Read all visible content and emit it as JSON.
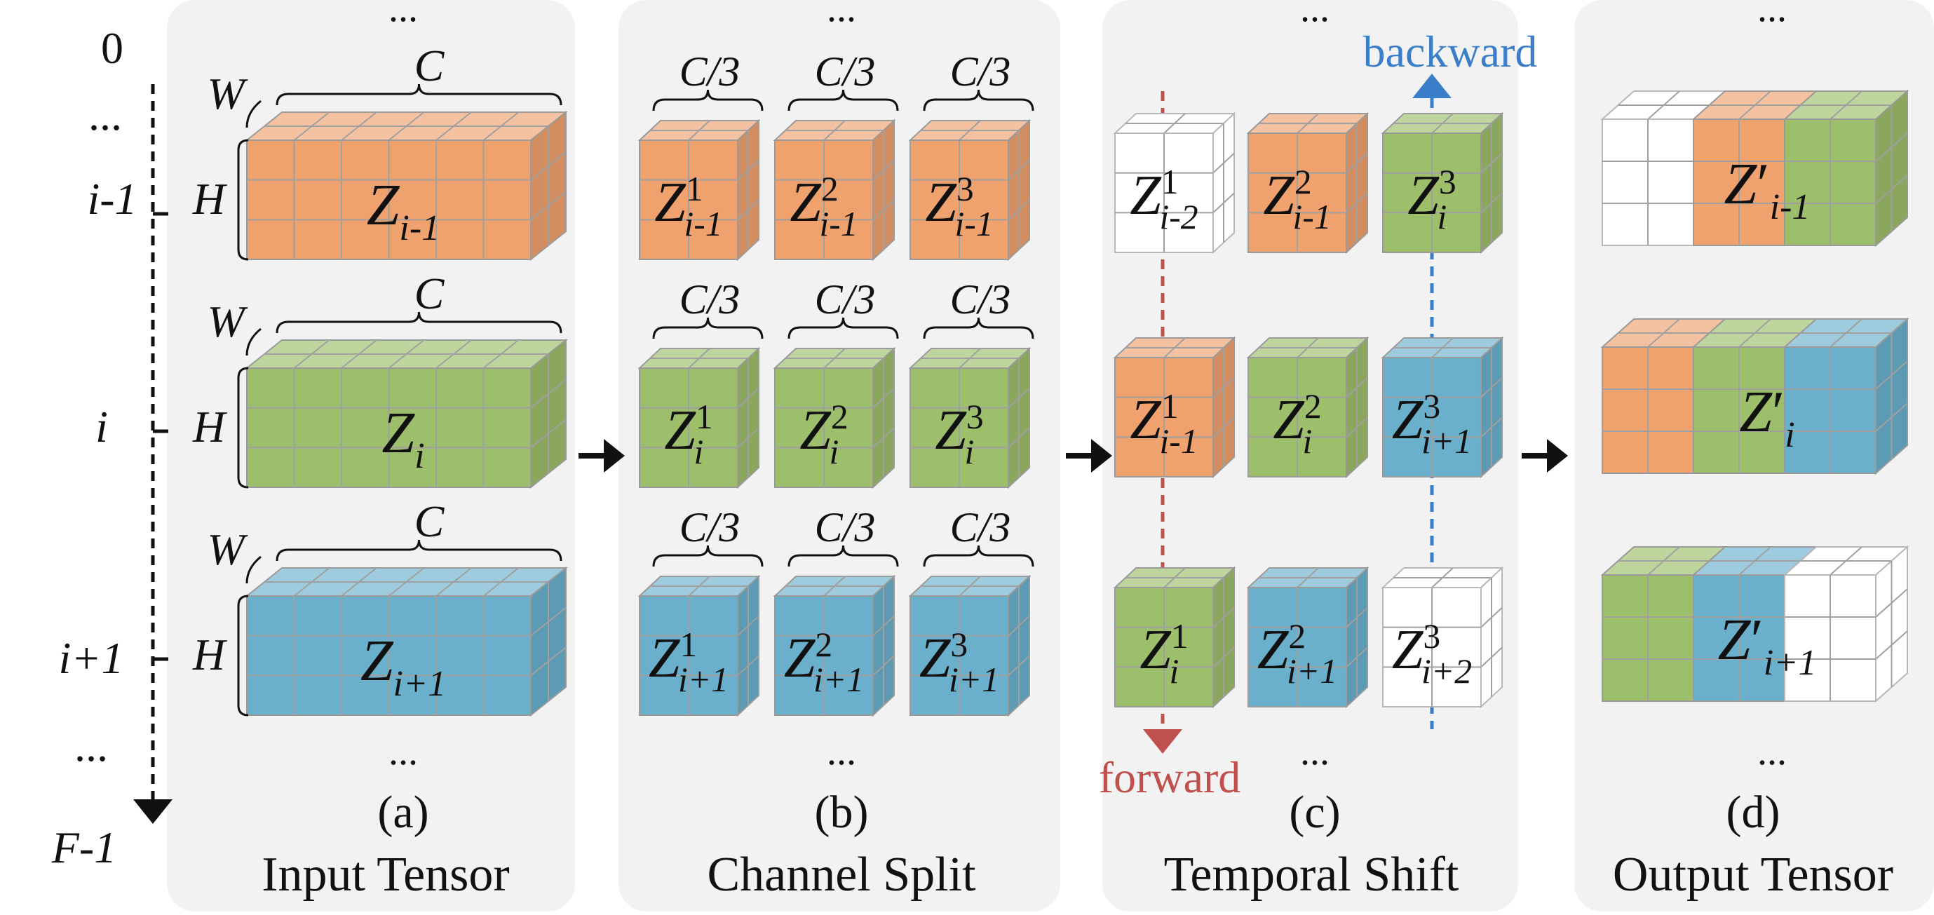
{
  "timeline": {
    "labels": [
      "0",
      "...",
      "i-1",
      "i",
      "i+1",
      "...",
      "F-1"
    ]
  },
  "dims": {
    "w": "W",
    "h": "H",
    "c": "C",
    "c3": "C/3"
  },
  "ellipsis": "...",
  "colors": {
    "orange": "#EFA16E",
    "green": "#9DBE6A",
    "blue": "#6AAFCB",
    "white": "#FFFFFF",
    "panel": "#F2F2F2",
    "forward": "#C0504D",
    "backward": "#3A7DC9"
  },
  "panels": [
    {
      "caption": "(a)",
      "title": "Input Tensor",
      "rows": [
        {
          "color": "orange",
          "main": "Z",
          "sub": "i-1"
        },
        {
          "color": "green",
          "main": "Z",
          "sub": "i"
        },
        {
          "color": "blue",
          "main": "Z",
          "sub": "i+1"
        }
      ]
    },
    {
      "caption": "(b)",
      "title": "Channel Split",
      "rows": [
        [
          {
            "color": "orange",
            "main": "Z",
            "sup": "1",
            "sub": "i-1"
          },
          {
            "color": "orange",
            "main": "Z",
            "sup": "2",
            "sub": "i-1"
          },
          {
            "color": "orange",
            "main": "Z",
            "sup": "3",
            "sub": "i-1"
          }
        ],
        [
          {
            "color": "green",
            "main": "Z",
            "sup": "1",
            "sub": "i"
          },
          {
            "color": "green",
            "main": "Z",
            "sup": "2",
            "sub": "i"
          },
          {
            "color": "green",
            "main": "Z",
            "sup": "3",
            "sub": "i"
          }
        ],
        [
          {
            "color": "blue",
            "main": "Z",
            "sup": "1",
            "sub": "i+1"
          },
          {
            "color": "blue",
            "main": "Z",
            "sup": "2",
            "sub": "i+1"
          },
          {
            "color": "blue",
            "main": "Z",
            "sup": "3",
            "sub": "i+1"
          }
        ]
      ]
    },
    {
      "caption": "(c)",
      "title": "Temporal Shift",
      "forward_label": "forward",
      "backward_label": "backward",
      "rows": [
        [
          {
            "color": "white",
            "main": "Z",
            "sup": "1",
            "sub": "i-2"
          },
          {
            "color": "orange",
            "main": "Z",
            "sup": "2",
            "sub": "i-1"
          },
          {
            "color": "green",
            "main": "Z",
            "sup": "3",
            "sub": "i"
          }
        ],
        [
          {
            "color": "orange",
            "main": "Z",
            "sup": "1",
            "sub": "i-1"
          },
          {
            "color": "green",
            "main": "Z",
            "sup": "2",
            "sub": "i"
          },
          {
            "color": "blue",
            "main": "Z",
            "sup": "3",
            "sub": "i+1"
          }
        ],
        [
          {
            "color": "green",
            "main": "Z",
            "sup": "1",
            "sub": "i"
          },
          {
            "color": "blue",
            "main": "Z",
            "sup": "2",
            "sub": "i+1"
          },
          {
            "color": "white",
            "main": "Z",
            "sup": "3",
            "sub": "i+2"
          }
        ]
      ]
    },
    {
      "caption": "(d)",
      "title": "Output Tensor",
      "rows": [
        {
          "colors": [
            "white",
            "orange",
            "green"
          ],
          "main": "Z",
          "prime": "′",
          "sub": "i-1"
        },
        {
          "colors": [
            "orange",
            "green",
            "blue"
          ],
          "main": "Z",
          "prime": "′",
          "sub": "i"
        },
        {
          "colors": [
            "green",
            "blue",
            "white"
          ],
          "main": "Z",
          "prime": "′",
          "sub": "i+1"
        }
      ]
    }
  ]
}
